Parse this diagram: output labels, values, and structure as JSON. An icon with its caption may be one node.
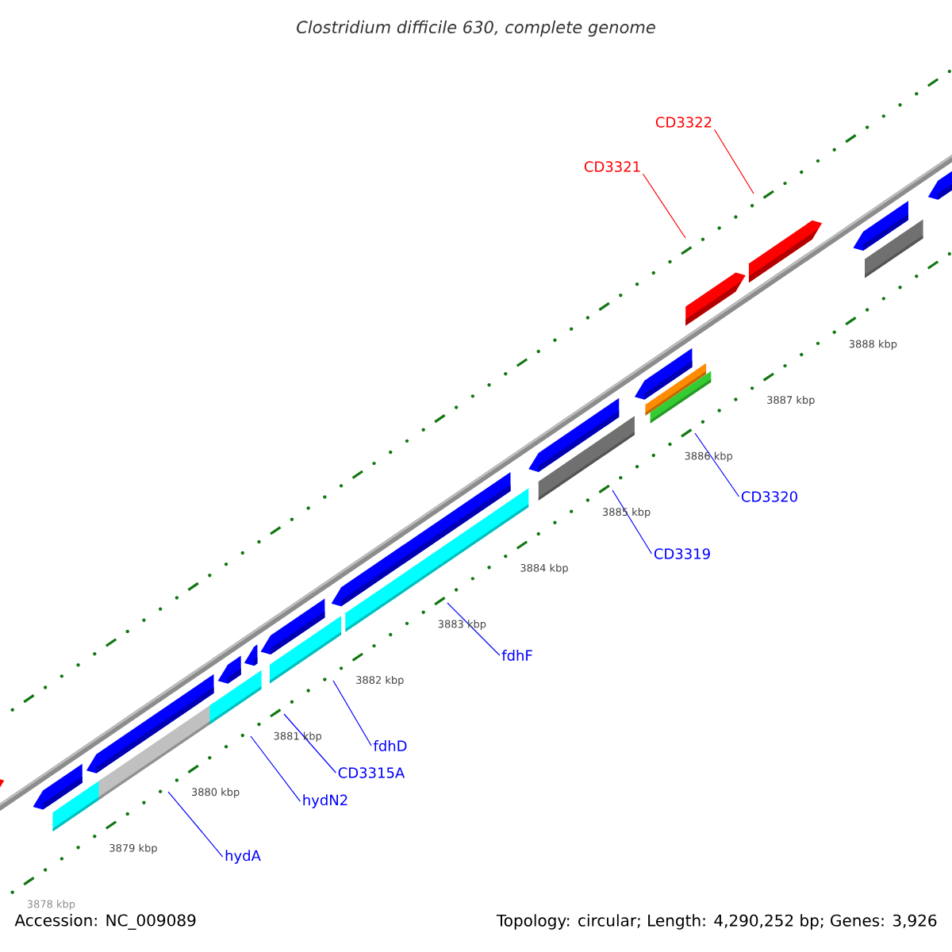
{
  "diagram": {
    "title": "Clostridium difficile 630, complete genome",
    "nodes": [
      {
        "text": [
          "CD3322"
        ]
      },
      {
        "text": [
          "CD3321"
        ]
      },
      {
        "text": [
          "CD3320"
        ]
      },
      {
        "text": [
          "CD3319"
        ]
      },
      {
        "text": [
          "fdhF"
        ]
      },
      {
        "text": [
          "fdhD"
        ]
      },
      {
        "text": [
          "CD3315A"
        ]
      },
      {
        "text": [
          "hydN2"
        ]
      },
      {
        "text": [
          "hydA"
        ]
      }
    ],
    "edges": [
      {
        "from": 0,
        "to": null,
        "arrow": "none",
        "color": "#ff0000"
      },
      {
        "from": 1,
        "to": null,
        "arrow": "none",
        "color": "#ff0000"
      },
      {
        "from": 2,
        "to": null,
        "arrow": "none"
      },
      {
        "from": 3,
        "to": null,
        "arrow": "none"
      },
      {
        "from": 4,
        "to": null,
        "arrow": "none"
      },
      {
        "from": 5,
        "to": null,
        "arrow": "none"
      },
      {
        "from": 6,
        "to": null,
        "arrow": "none"
      },
      {
        "from": 7,
        "to": null,
        "arrow": "none"
      },
      {
        "from": 8,
        "to": null,
        "arrow": "none"
      }
    ],
    "labels": [
      "3888 kbp",
      "3887 kbp",
      "3886 kbp",
      "3885 kbp",
      "3884 kbp",
      "3883 kbp",
      "3882 kbp",
      "3881 kbp",
      "3880 kbp",
      "3879 kbp",
      "3878 kbp",
      "Accession: NC_009089",
      "Topology: circular; Length: 4,290,252 bp; Genes: 3,926"
    ]
  }
}
